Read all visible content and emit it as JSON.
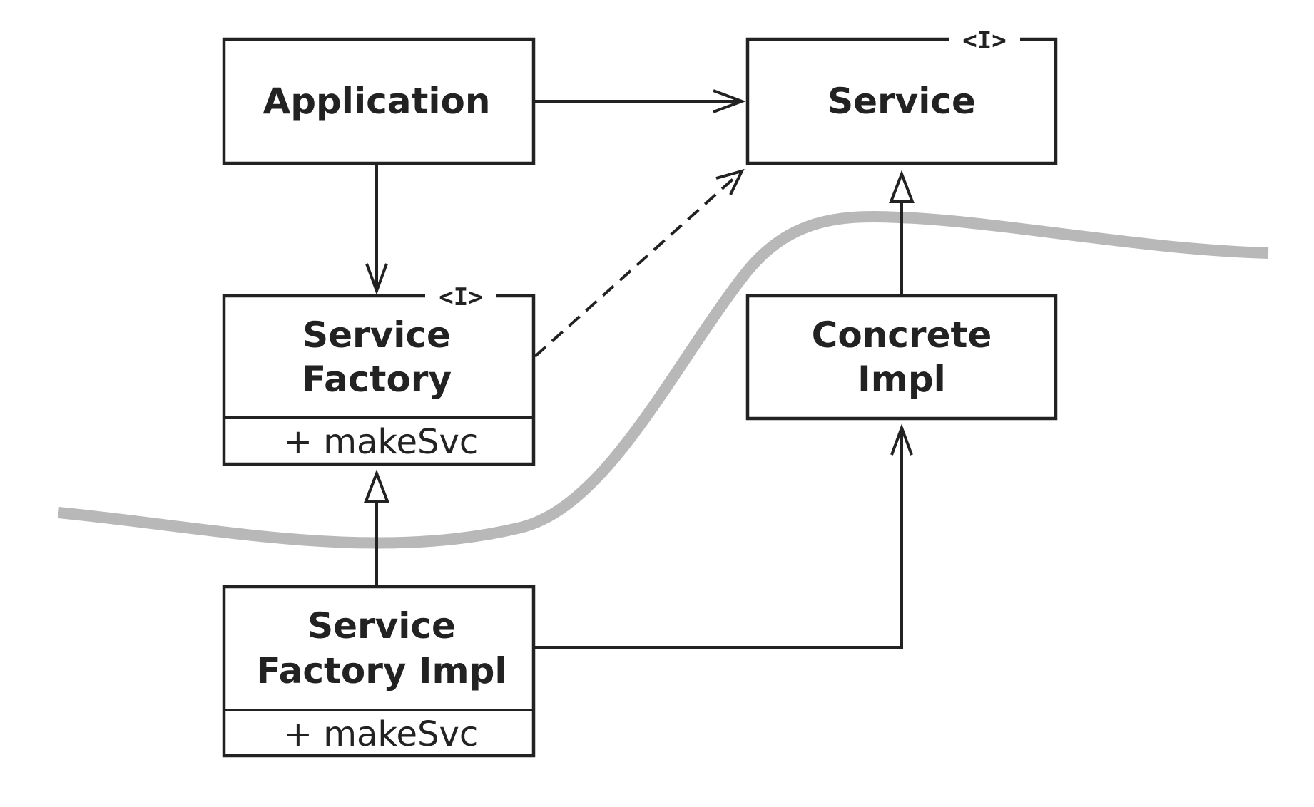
{
  "boundary_color": "#b8b8b8",
  "line_color": "#222222",
  "nodes": {
    "application": {
      "title": "Application"
    },
    "service": {
      "title": "Service",
      "stereotype": "<I>"
    },
    "service_factory": {
      "title_lines": [
        "Service",
        "Factory"
      ],
      "stereotype": "<I>",
      "method": "+ makeSvc"
    },
    "concrete_impl": {
      "title_lines": [
        "Concrete",
        "Impl"
      ]
    },
    "service_factory_impl": {
      "title_lines": [
        "Service",
        "Factory Impl"
      ],
      "method": "+ makeSvc"
    }
  },
  "edges": [
    {
      "from": "application",
      "to": "service",
      "kind": "association"
    },
    {
      "from": "application",
      "to": "service_factory",
      "kind": "association"
    },
    {
      "from": "service_factory",
      "to": "service",
      "kind": "dependency"
    },
    {
      "from": "concrete_impl",
      "to": "service",
      "kind": "realization"
    },
    {
      "from": "service_factory_impl",
      "to": "service_factory",
      "kind": "realization"
    },
    {
      "from": "service_factory_impl",
      "to": "concrete_impl",
      "kind": "association"
    }
  ]
}
